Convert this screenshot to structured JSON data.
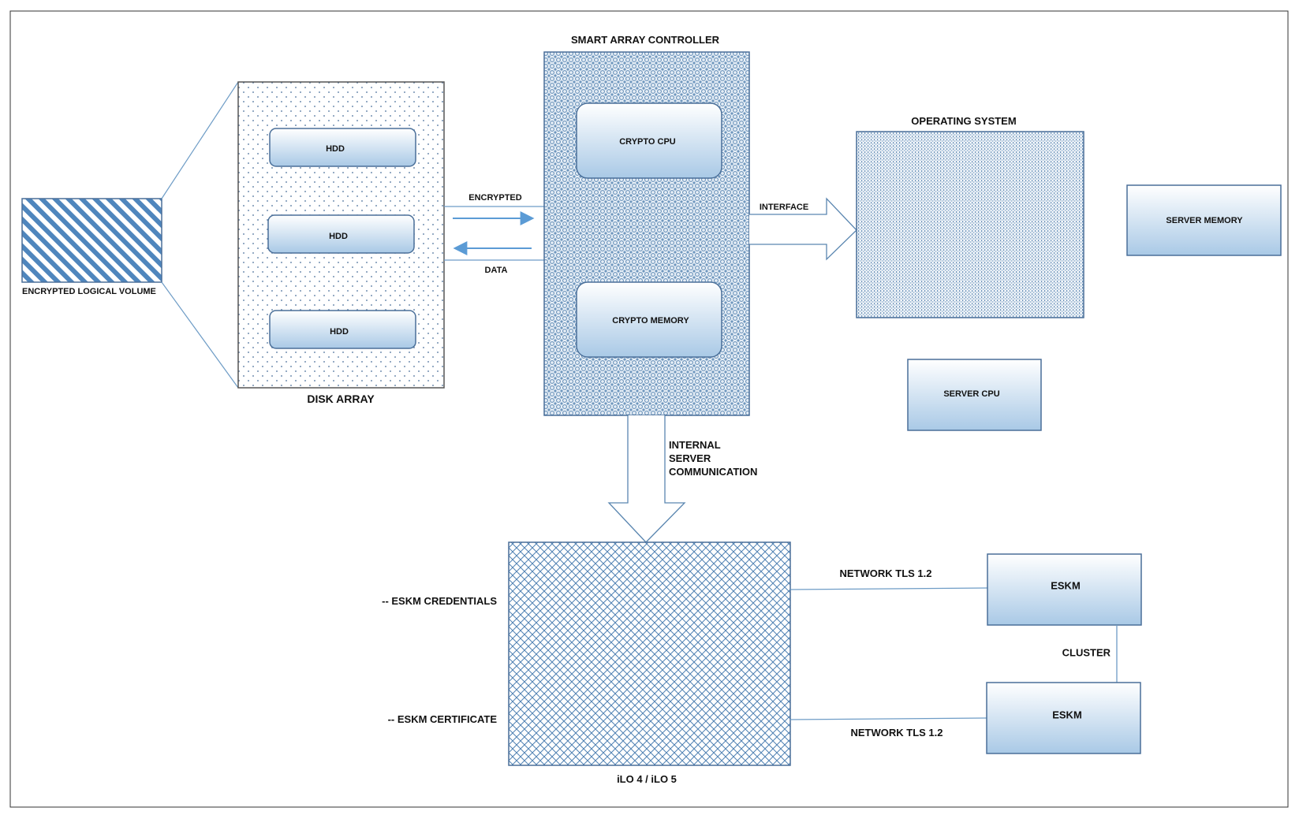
{
  "labels": {
    "encrypted_logical_volume": "ENCRYPTED LOGICAL VOLUME",
    "disk_array": "DISK ARRAY",
    "hdd_1": "HDD",
    "hdd_2": "HDD",
    "hdd_3": "HDD",
    "smart_array_controller": "SMART ARRAY CONTROLLER",
    "crypto_cpu": "CRYPTO CPU",
    "crypto_memory": "CRYPTO MEMORY",
    "encrypted": "ENCRYPTED",
    "data": "DATA",
    "interface": "INTERFACE",
    "operating_system": "OPERATING SYSTEM",
    "server_memory": "SERVER MEMORY",
    "server_cpu": "SERVER CPU",
    "internal_line_1": "INTERNAL",
    "internal_line_2": "SERVER",
    "internal_line_3": "COMMUNICATION",
    "ilo": "iLO 4 / iLO 5",
    "eskm_credentials": "-- ESKM CREDENTIALS",
    "eskm_certificate": "-- ESKM CERTIFICATE",
    "network_tls_top": "NETWORK TLS 1.2",
    "network_tls_bottom": "NETWORK TLS 1.2",
    "eskm_1": "ESKM",
    "eskm_2": "ESKM",
    "cluster": "CLUSTER"
  },
  "colors": {
    "stroke": "#5a86b0",
    "border": "#555555",
    "box_light": "#ffffff",
    "box_dark": "#a9c9e6",
    "arrow": "#5b9bd5"
  }
}
